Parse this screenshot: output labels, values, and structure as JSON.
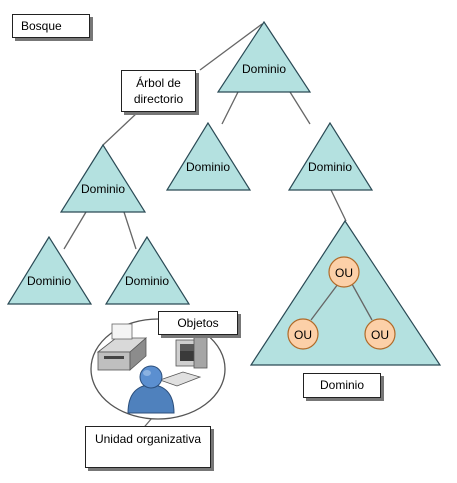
{
  "labels": {
    "forest": "Bosque",
    "tree": "Árbol de directorio",
    "domain": "Dominio",
    "ou": "OU",
    "objects": "Objetos",
    "org_unit": "Unidad organizativa"
  },
  "colors": {
    "triangle_fill": "#b4e1e0",
    "triangle_stroke": "#2a4a55",
    "ou_fill": "#fcd0a8",
    "ou_stroke": "#b06a28",
    "line": "#666666",
    "user_blue": "#4f81bd"
  },
  "icons": [
    "printer-icon",
    "computer-icon",
    "user-icon"
  ]
}
